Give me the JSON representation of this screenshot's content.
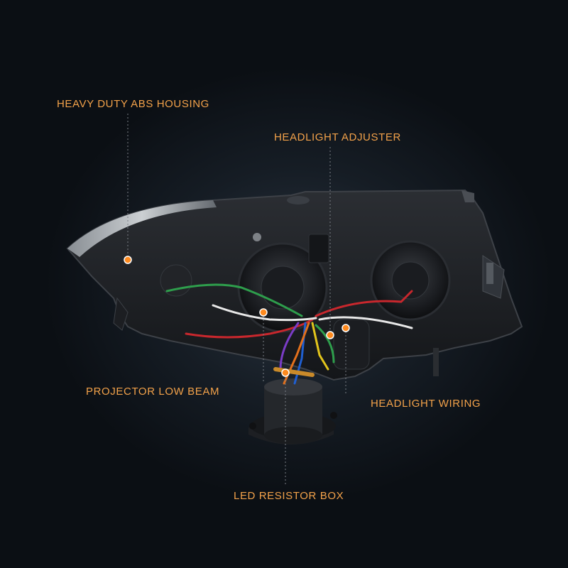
{
  "callouts": {
    "housing": "HEAVY DUTY ABS HOUSING",
    "adjuster": "HEADLIGHT ADJUSTER",
    "projector": "PROJECTOR LOW BEAM",
    "wiring": "HEADLIGHT WIRING",
    "resistor": "LED RESISTOR BOX"
  },
  "colors": {
    "label": "#f3a24a",
    "marker": "#ff8a1e",
    "background": "#0b0f14"
  }
}
